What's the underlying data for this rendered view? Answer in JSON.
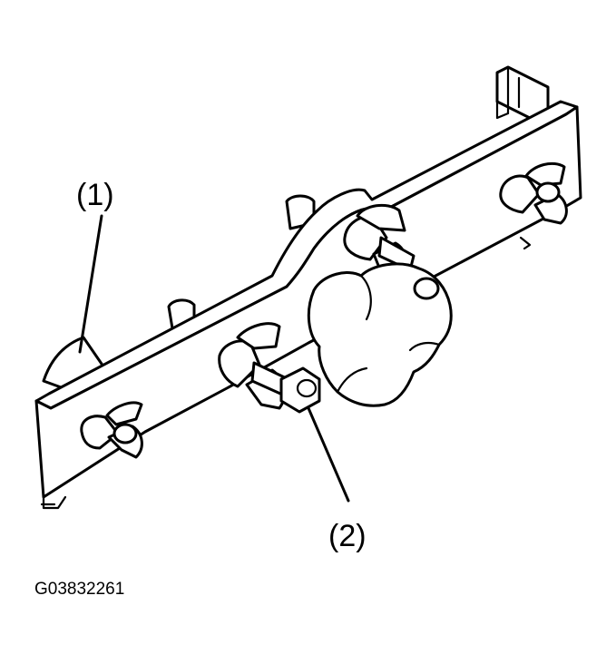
{
  "figure": {
    "callouts": [
      {
        "label": "(1)"
      },
      {
        "label": "(2)"
      }
    ],
    "figure_id": "G03832261"
  }
}
